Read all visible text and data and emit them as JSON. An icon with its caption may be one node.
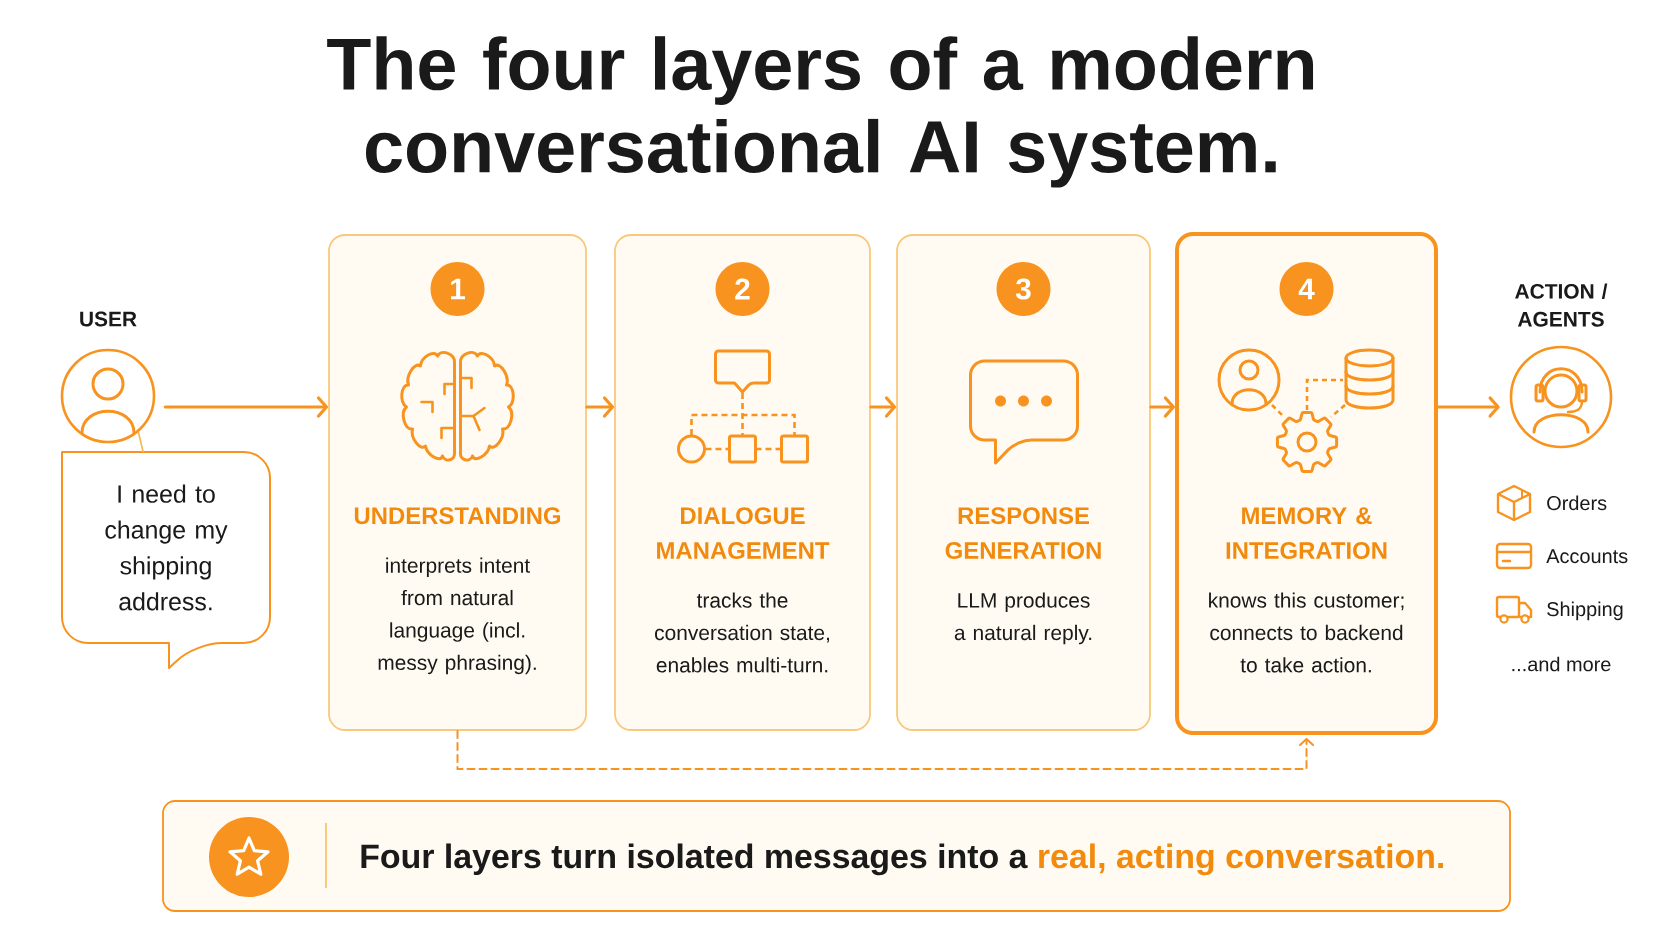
{
  "diagram": {
    "title": "The four layers of a modern conversational AI system.",
    "nodes": [
      {
        "text": [
          "USER"
        ]
      },
      {
        "text": [
          "I need to change my shipping address."
        ]
      },
      {
        "text": [
          "1",
          "UNDERSTANDING",
          "interprets intent from natural language (incl. messy phrasing)."
        ]
      },
      {
        "text": [
          "2",
          "DIALOGUE MANAGEMENT",
          "tracks the conversation state, enables multi-turn."
        ]
      },
      {
        "text": [
          "3",
          "RESPONSE GENERATION",
          "LLM produces a natural reply."
        ]
      },
      {
        "text": [
          "4",
          "MEMORY & INTEGRATION",
          "knows this customer; connects to backend to take action."
        ]
      },
      {
        "text": [
          "ACTION / AGENTS"
        ]
      },
      {
        "text": [
          "Four layers turn isolated messages into a",
          "real, acting conversation."
        ]
      }
    ],
    "edges": [
      {
        "from": 0,
        "to": 2,
        "arrow": "to"
      },
      {
        "from": 2,
        "to": 3,
        "arrow": "to"
      },
      {
        "from": 3,
        "to": 4,
        "arrow": "to"
      },
      {
        "from": 4,
        "to": 5,
        "arrow": "to"
      },
      {
        "from": 5,
        "to": 6,
        "arrow": "to"
      },
      {
        "from": 2,
        "to": 5,
        "arrow": "to",
        "style": "dashed"
      },
      {
        "from": 0,
        "to": 1,
        "arrow": "none",
        "color": "#f8b54e"
      }
    ],
    "labels": [
      "Orders",
      "Accounts",
      "Shipping",
      "...and more"
    ]
  }
}
